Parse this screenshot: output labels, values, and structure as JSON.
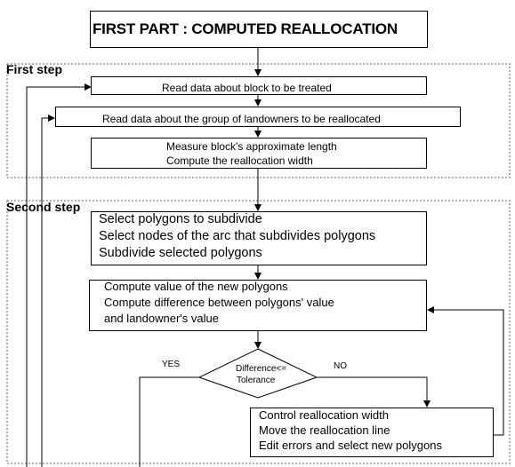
{
  "title": "FIRST PART : COMPUTED REALLOCATION",
  "first_step": {
    "label": "First step",
    "read_block": "Read data about block to be treated",
    "read_group": "Read data about the group of landowners to be reallocated",
    "measure": [
      "Measure block's approximate length",
      "Compute the reallocation width"
    ]
  },
  "second_step": {
    "label": "Second step",
    "select": [
      "Select polygons to subdivide",
      "Select nodes of the arc that subdivides polygons",
      "Subdivide selected polygons"
    ],
    "compute": [
      "Compute value of the new polygons",
      "Compute difference between polygons' value",
      "and landowner's value"
    ],
    "decision": [
      "Difference<=",
      "Tolerance"
    ],
    "yes_label": "YES",
    "no_label": "NO",
    "control": [
      "Control reallocation width",
      "Move the reallocation line",
      "Edit errors and select new polygons"
    ]
  }
}
